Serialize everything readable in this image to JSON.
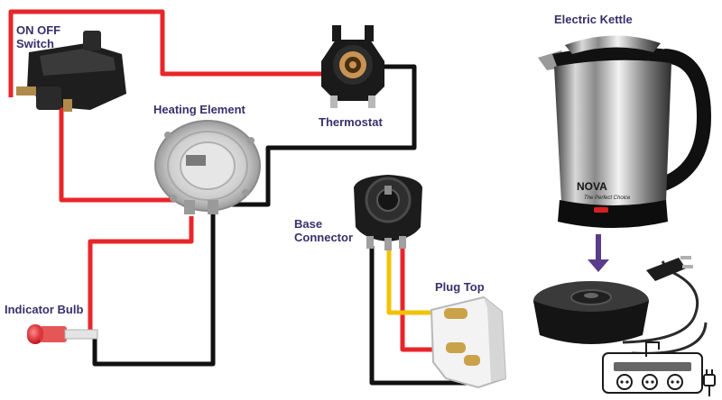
{
  "labels": {
    "switch_line1": "ON OFF",
    "switch_line2": "Switch",
    "heating_element": "Heating Element",
    "thermostat": "Thermostat",
    "base_line1": "Base",
    "base_line2": "Connector",
    "plug_top": "Plug Top",
    "indicator_bulb": "Indicator Bulb",
    "electric_kettle": "Electric Kettle",
    "kettle_brand": "NOVA",
    "kettle_tagline": "The Perfect Choice"
  },
  "colors": {
    "wire_red": "#e8262a",
    "wire_black": "#111111",
    "wire_yellow": "#f2c200",
    "label_text": "#3a2f6b",
    "arrow": "#5a3c8c"
  }
}
